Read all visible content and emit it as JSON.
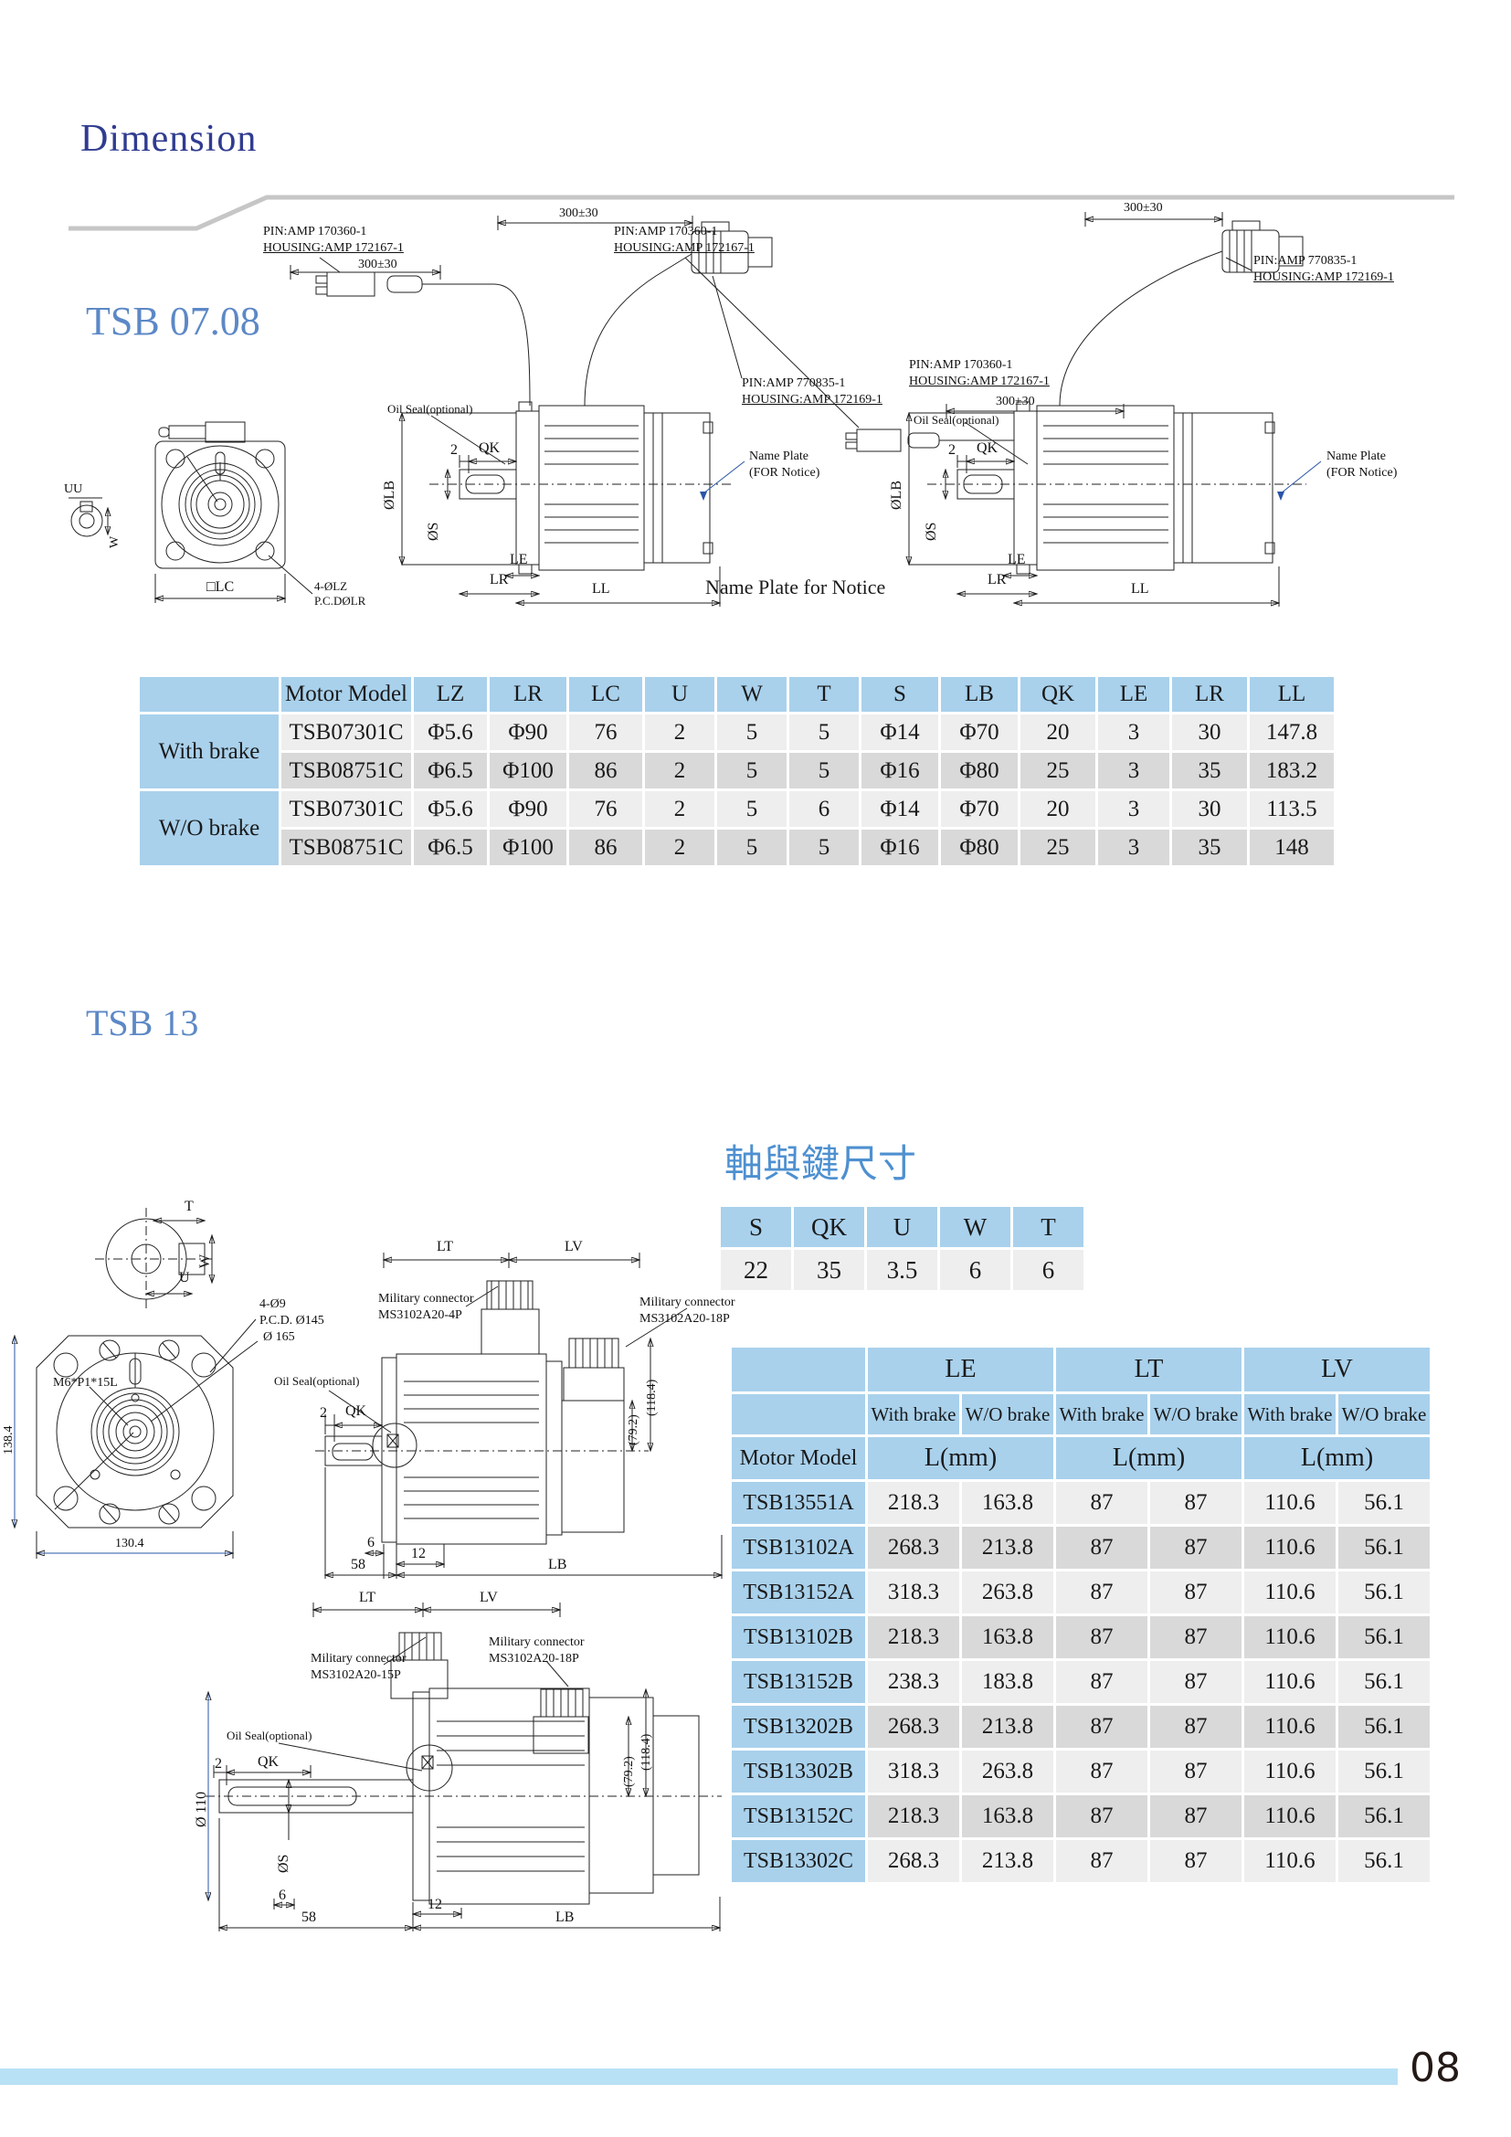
{
  "page": {
    "title": "Dimension",
    "page_number": "08"
  },
  "colors": {
    "table_header_blue": "#a9d1ec",
    "row_light": "#eeeeee",
    "row_dark": "#d9d9d9",
    "heading_navy": "#303c90",
    "section_blue": "#5c88c6",
    "cjk_blue": "#4e90d0",
    "footer_bar": "#b9e1f6"
  },
  "tsb0708": {
    "heading": "TSB 07.08",
    "labels": {
      "pin_a": "PIN:AMP 170360-1",
      "housing_a": "HOUSING:AMP 172167-1",
      "pin_b": "PIN:AMP 770835-1",
      "housing_b": "HOUSING:AMP 172169-1",
      "cable_len": "300±30",
      "oil_seal": "Oil Seal(optional)",
      "dim_2": "2",
      "qk": "QK",
      "olb": "ØLB",
      "os": "ØS",
      "le": "LE",
      "lr": "LR",
      "ll": "LL",
      "name_plate_1": "Name Plate",
      "name_plate_2": "(FOR Notice)",
      "name_plate_caption": "Name Plate for Notice",
      "uu": "UU",
      "w": "W",
      "lc": "□LC",
      "lz": "4-ØLZ",
      "pcd": "P.C.DØLR"
    },
    "table": {
      "headers": [
        "Motor Model",
        "LZ",
        "LR",
        "LC",
        "U",
        "W",
        "T",
        "S",
        "LB",
        "QK",
        "LE",
        "LR",
        "LL"
      ],
      "groups": [
        {
          "label": "With brake",
          "rows": [
            {
              "model": "TSB07301C",
              "values": [
                "Φ5.6",
                "Φ90",
                "76",
                "2",
                "5",
                "5",
                "Φ14",
                "Φ70",
                "20",
                "3",
                "30",
                "147.8"
              ]
            },
            {
              "model": "TSB08751C",
              "values": [
                "Φ6.5",
                "Φ100",
                "86",
                "2",
                "5",
                "5",
                "Φ16",
                "Φ80",
                "25",
                "3",
                "35",
                "183.2"
              ]
            }
          ]
        },
        {
          "label": "W/O brake",
          "rows": [
            {
              "model": "TSB07301C",
              "values": [
                "Φ5.6",
                "Φ90",
                "76",
                "2",
                "5",
                "6",
                "Φ14",
                "Φ70",
                "20",
                "3",
                "30",
                "113.5"
              ]
            },
            {
              "model": "TSB08751C",
              "values": [
                "Φ6.5",
                "Φ100",
                "86",
                "2",
                "5",
                "5",
                "Φ16",
                "Φ80",
                "25",
                "3",
                "35",
                "148"
              ]
            }
          ]
        }
      ]
    }
  },
  "tsb13": {
    "heading": "TSB 13",
    "labels": {
      "t": "T",
      "w": "W",
      "u": "U",
      "holes": "4-Ø9",
      "pcd": "P.C.D. Ø145",
      "od": "Ø 165",
      "thread": "M6*P1*15L",
      "width": "130.4",
      "height": "138.4",
      "lt": "LT",
      "lv": "LV",
      "mc": "Military connector",
      "c4p": "MS3102A20-4P",
      "c15p": "MS3102A20-15P",
      "c18p": "MS3102A20-18P",
      "h118": "(118.4)",
      "h79": "(79.2)",
      "oil_seal": "Oil Seal(optional)",
      "dim_2": "2",
      "qk": "QK",
      "d110": "Ø 110",
      "os": "ØS",
      "d6": "6",
      "d12": "12",
      "d58": "58",
      "lb": "LB"
    },
    "shaft_key": {
      "title": "軸與鍵尺寸",
      "headers": [
        "S",
        "QK",
        "U",
        "W",
        "T"
      ],
      "values": [
        "22",
        "35",
        "3.5",
        "6",
        "6"
      ]
    },
    "table": {
      "col_groups": [
        "LE",
        "LT",
        "LV"
      ],
      "brake_headers": [
        "With brake",
        "W/O brake"
      ],
      "corner": "Motor Model",
      "unit": "L(mm)",
      "rows": [
        {
          "model": "TSB13551A",
          "values": [
            "218.3",
            "163.8",
            "87",
            "87",
            "110.6",
            "56.1"
          ]
        },
        {
          "model": "TSB13102A",
          "values": [
            "268.3",
            "213.8",
            "87",
            "87",
            "110.6",
            "56.1"
          ]
        },
        {
          "model": "TSB13152A",
          "values": [
            "318.3",
            "263.8",
            "87",
            "87",
            "110.6",
            "56.1"
          ]
        },
        {
          "model": "TSB13102B",
          "values": [
            "218.3",
            "163.8",
            "87",
            "87",
            "110.6",
            "56.1"
          ]
        },
        {
          "model": "TSB13152B",
          "values": [
            "238.3",
            "183.8",
            "87",
            "87",
            "110.6",
            "56.1"
          ]
        },
        {
          "model": "TSB13202B",
          "values": [
            "268.3",
            "213.8",
            "87",
            "87",
            "110.6",
            "56.1"
          ]
        },
        {
          "model": "TSB13302B",
          "values": [
            "318.3",
            "263.8",
            "87",
            "87",
            "110.6",
            "56.1"
          ]
        },
        {
          "model": "TSB13152C",
          "values": [
            "218.3",
            "163.8",
            "87",
            "87",
            "110.6",
            "56.1"
          ]
        },
        {
          "model": "TSB13302C",
          "values": [
            "268.3",
            "213.8",
            "87",
            "87",
            "110.6",
            "56.1"
          ]
        }
      ]
    }
  }
}
